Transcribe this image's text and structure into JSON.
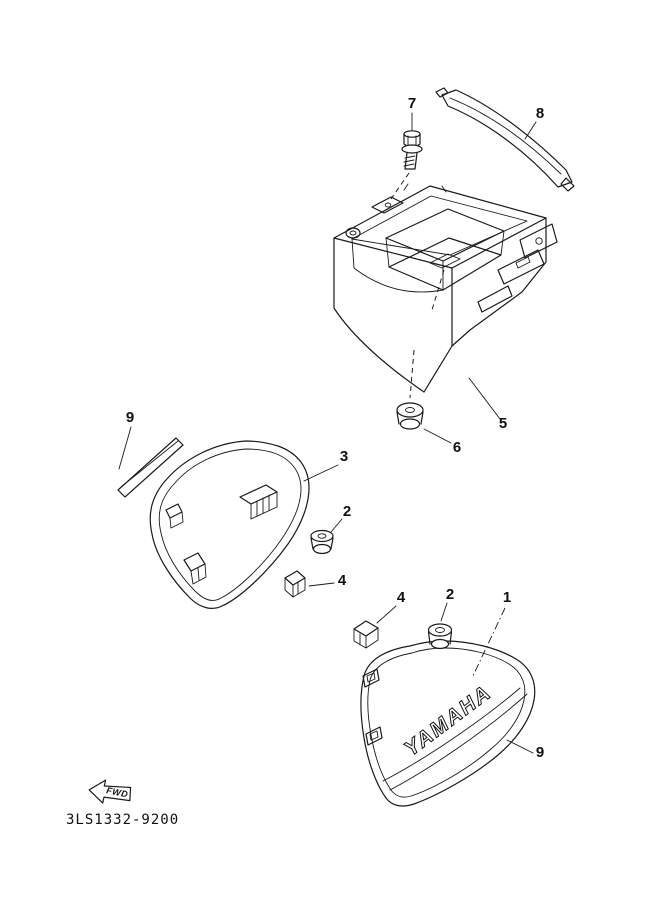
{
  "diagram": {
    "part_code": "3LS1332-9200",
    "fwd_label": "FWD",
    "brand_text": "YAMAHA",
    "line_color": "#1a1a1a",
    "background_color": "#ffffff",
    "callouts": [
      {
        "label": "7",
        "part": "flange-bolt"
      },
      {
        "label": "8",
        "part": "battery-band"
      },
      {
        "label": "5",
        "part": "battery-box"
      },
      {
        "label": "6",
        "part": "damper-grommet"
      },
      {
        "label": "9",
        "part": "graphic-stripe-left"
      },
      {
        "label": "3",
        "part": "side-cover-left"
      },
      {
        "label": "2",
        "part": "grommet-left"
      },
      {
        "label": "4",
        "part": "clip-left"
      },
      {
        "label": "4",
        "part": "clip-right"
      },
      {
        "label": "2",
        "part": "grommet-right"
      },
      {
        "label": "1",
        "part": "side-cover-right"
      },
      {
        "label": "9",
        "part": "graphic-stripe-right"
      }
    ]
  }
}
